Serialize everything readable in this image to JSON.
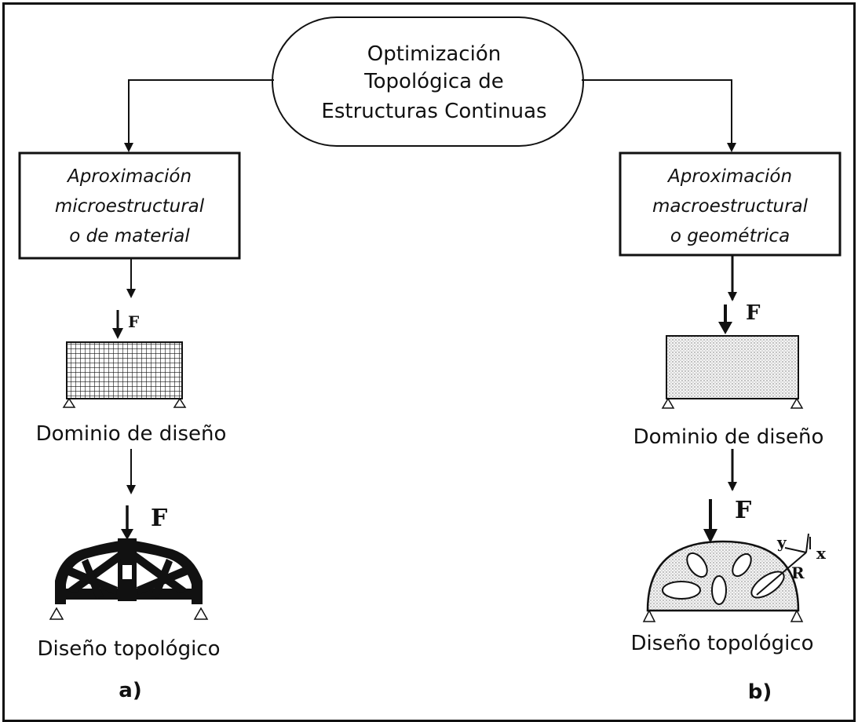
{
  "root": {
    "line1": "Optimización",
    "line2": "Topológica de",
    "line3": "Estructuras Continuas"
  },
  "left": {
    "box_line1": "Aproximación",
    "box_line2": "microestructural",
    "box_line3": "o de material",
    "force_label": "F",
    "domain_label": "Dominio de diseño",
    "force_label_2": "F",
    "design_label": "Diseño topológico",
    "panel_label": "a)"
  },
  "right": {
    "box_line1": "Aproximación",
    "box_line2": "macroestructural",
    "box_line3": "o geométrica",
    "force_label": "F",
    "domain_label": "Dominio de diseño",
    "force_label_2": "F",
    "axis_y": "y",
    "axis_x": "x",
    "radius": "R",
    "design_label": "Diseño topológico",
    "panel_label": "b)"
  }
}
